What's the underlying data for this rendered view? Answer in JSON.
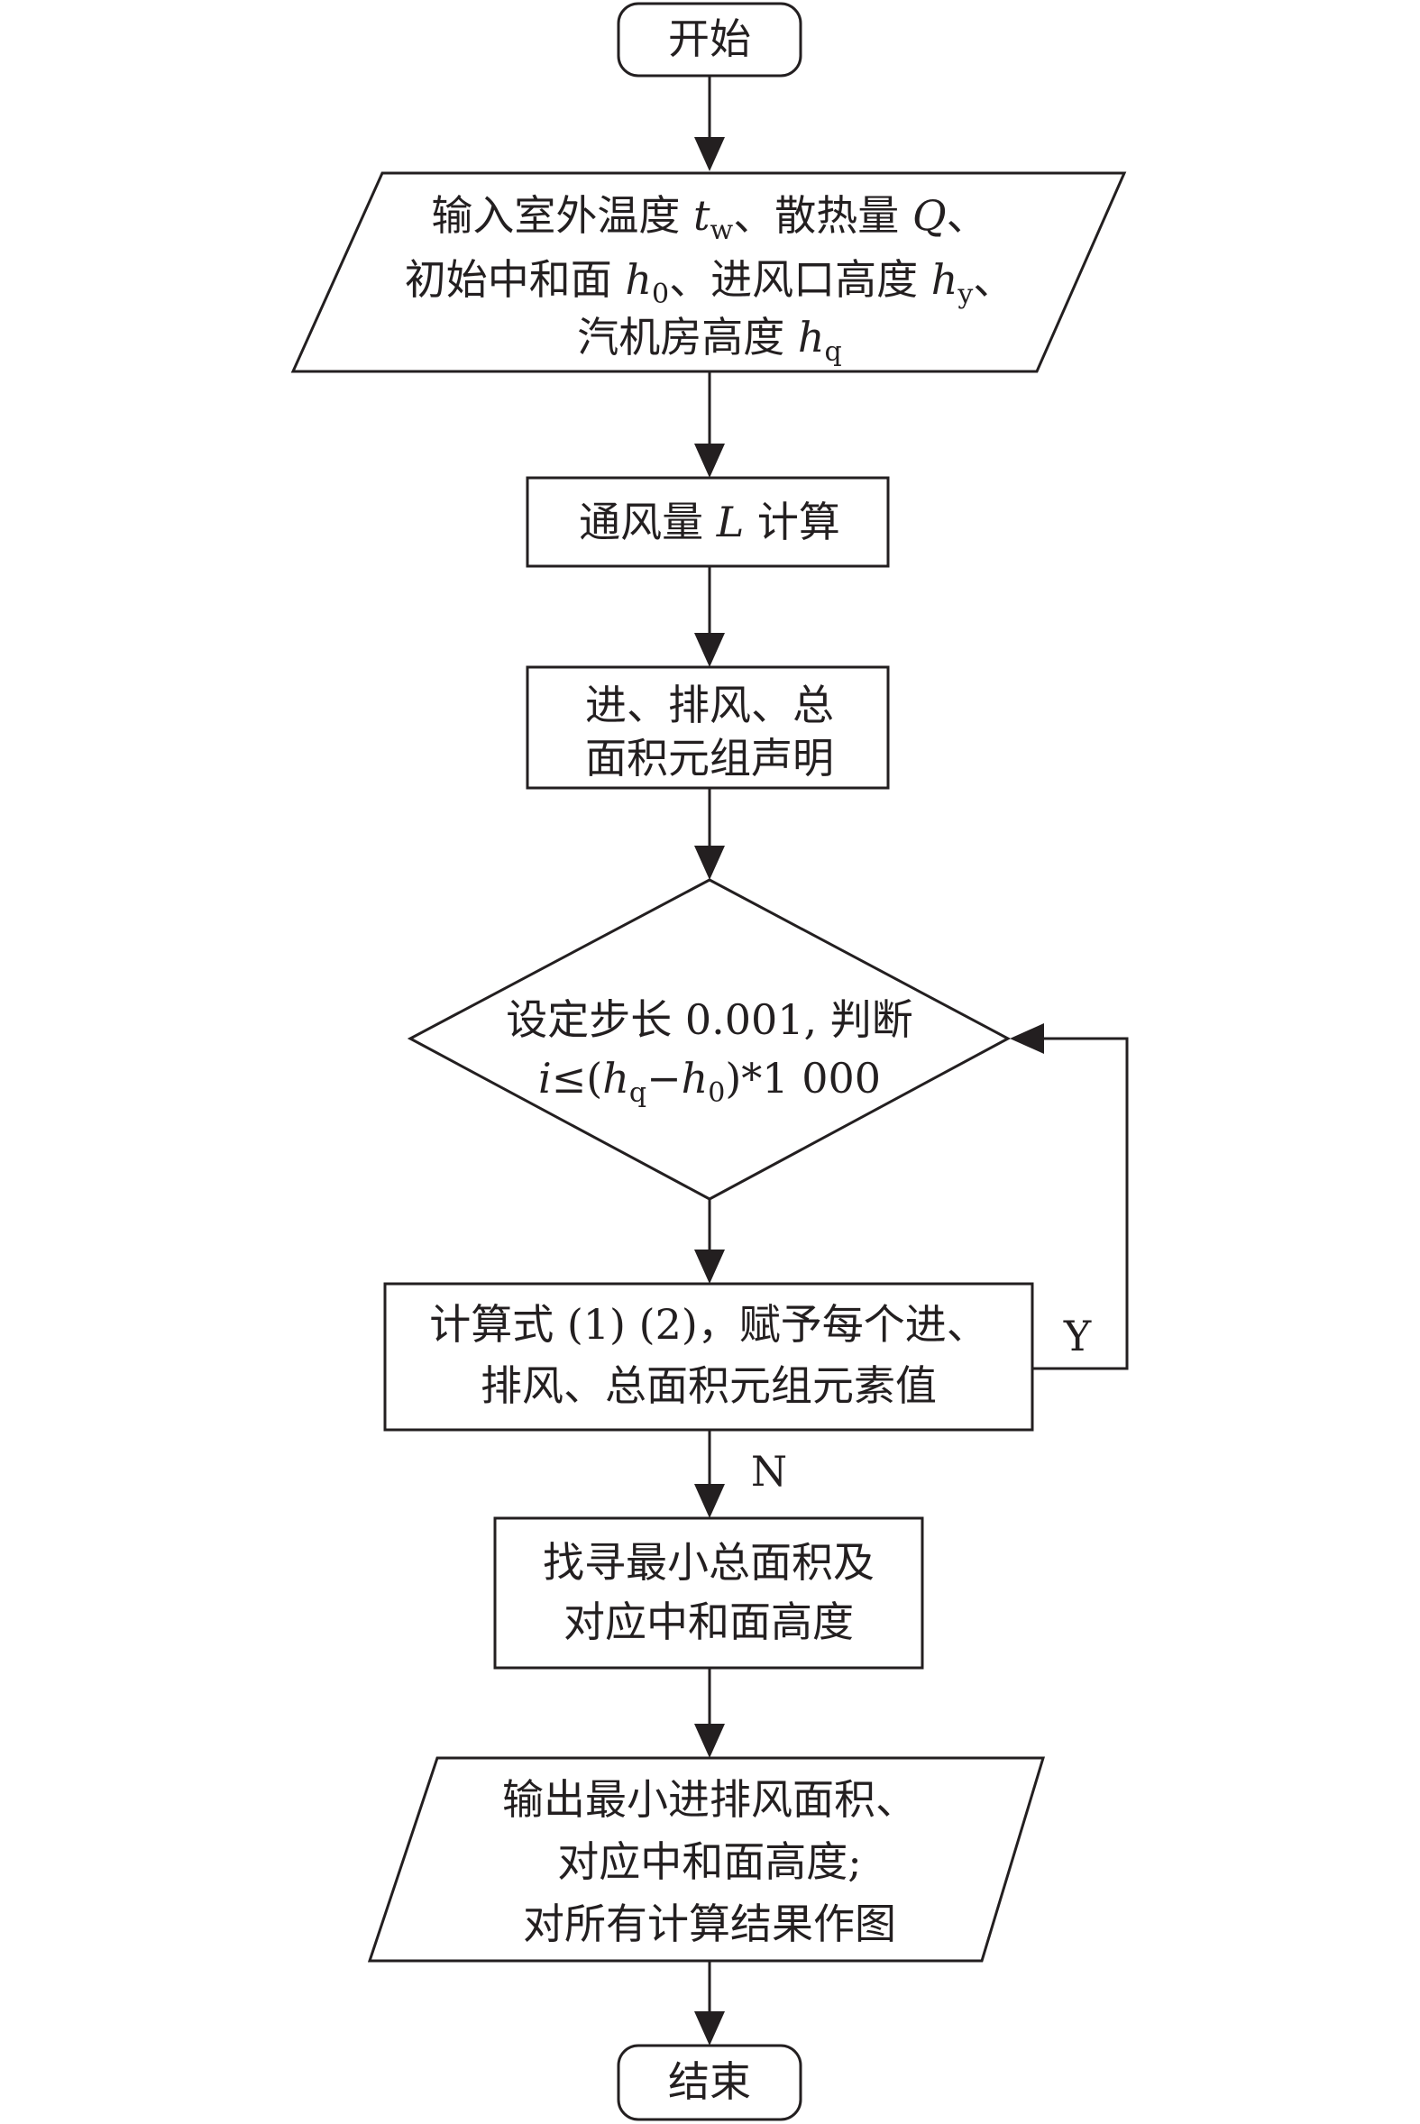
{
  "flowchart": {
    "start": {
      "label": "开始"
    },
    "input": {
      "line1_a": "输入室外温度 ",
      "line1_var1": "t",
      "line1_sub1": "w",
      "line1_b": "、散热量 ",
      "line1_var2": "Q",
      "line1_c": "、",
      "line2_a": "初始中和面 ",
      "line2_var1": "h",
      "line2_sub1": "0",
      "line2_b": "、进风口高度 ",
      "line2_var2": "h",
      "line2_sub2": "y",
      "line2_c": "、",
      "line3_a": "汽机房高度 ",
      "line3_var": "h",
      "line3_sub": "q"
    },
    "calc_airflow": {
      "text_a": "通风量 ",
      "var": "L",
      "text_b": " 计算"
    },
    "declare": {
      "line1": "进、排风、总",
      "line2": "面积元组声明"
    },
    "decision": {
      "line1": "设定步长 0.001, 判断",
      "line2_var": "i",
      "line2_a": "≤(",
      "line2_var_h1": "h",
      "line2_sub1": "q",
      "line2_minus": "−",
      "line2_var_h2": "h",
      "line2_sub2": "0",
      "line2_b": ")*1 000"
    },
    "compute": {
      "line1": "计算式 (1) (2)，赋予每个进、",
      "line2": "排风、总面积元组元素值"
    },
    "find": {
      "line1": "找寻最小总面积及",
      "line2": "对应中和面高度"
    },
    "output": {
      "line1": "输出最小进排风面积、",
      "line2": "对应中和面高度;",
      "line3": "对所有计算结果作图"
    },
    "end": {
      "label": "结束"
    },
    "labels": {
      "yes": "Y",
      "no": "N"
    }
  }
}
